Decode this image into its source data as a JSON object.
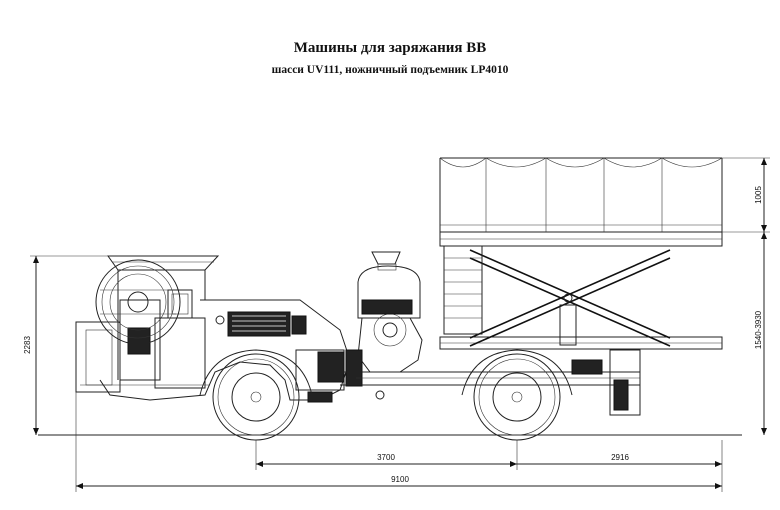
{
  "header": {
    "title": "Машины для заряжания ВВ",
    "subtitle": "шасси UV111, ножничный подъемник LP4010"
  },
  "dimensions": {
    "height_total": "2283",
    "platform_height": "1005",
    "lift_range": "1540-3930",
    "wheelbase": "3700",
    "rear_overhang": "2916",
    "length_total": "9100"
  }
}
